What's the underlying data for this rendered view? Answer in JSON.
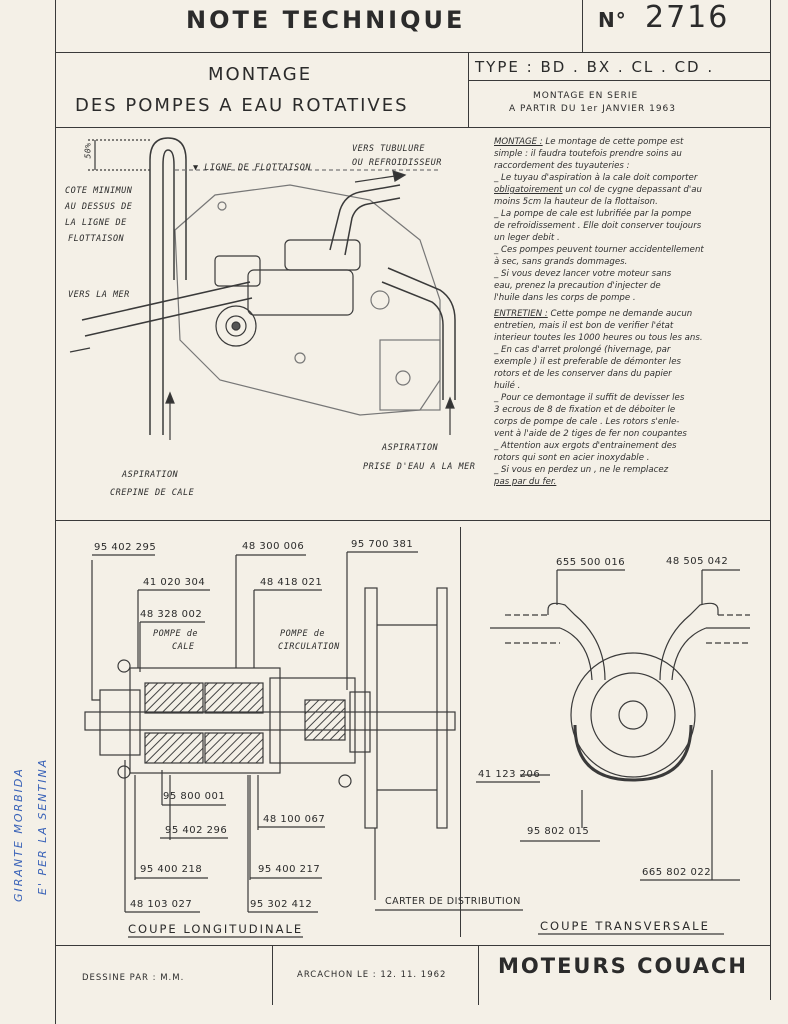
{
  "header": {
    "title": "NOTE TECHNIQUE",
    "number_prefix": "N°",
    "number": "2716",
    "subtitle_line1": "MONTAGE",
    "subtitle_line2": "DES POMPES A EAU ROTATIVES",
    "type": "TYPE : BD . BX . CL . CD .",
    "serie_line1": "MONTAGE EN SERIE",
    "serie_line2": "A PARTIR DU 1er JANVIER 1963"
  },
  "diagram_top": {
    "height_mark": "50%",
    "ligne": "▼ LIGNE DE FLOTTAISON",
    "cote1": "COTE MINIMUN",
    "cote2": "AU DESSUS DE",
    "cote3": "LA LIGNE DE",
    "cote4": "FLOTTAISON",
    "vers_mer": "VERS LA MER",
    "vers_tub1": "VERS TUBULURE",
    "vers_tub2": "OU REFROIDISSEUR",
    "aspiration_left": "ASPIRATION",
    "crepine": "CREPINE DE CALE",
    "aspiration_right": "ASPIRATION",
    "prise": "PRISE D'EAU A LA MER"
  },
  "text_montage": [
    {
      "u": "MONTAGE :",
      "rest": "  Le montage de cette pompe est"
    },
    {
      "u": "",
      "rest": "simple : il faudra toutefois prendre soins au"
    },
    {
      "u": "",
      "rest": "raccordement des tuyauteries :"
    },
    {
      "u": "",
      "rest": "_ Le tuyau d'aspiration à la cale doit comporter"
    },
    {
      "u": "obligatoirement",
      "rest": " un col de cygne depassant d'au"
    },
    {
      "u": "",
      "rest": "moins 5cm la hauteur de la flottaison."
    },
    {
      "u": "",
      "rest": "_ La pompe de cale est lubrifiée par la pompe"
    },
    {
      "u": "",
      "rest": "de refroidissement . Elle doit conserver toujours"
    },
    {
      "u": "",
      "rest": "un leger debit ."
    },
    {
      "u": "",
      "rest": "_ Ces pompes peuvent tourner accidentellement"
    },
    {
      "u": "",
      "rest": "à sec, sans grands dommages."
    },
    {
      "u": "",
      "rest": "_ Si vous devez lancer votre moteur sans"
    },
    {
      "u": "",
      "rest": "eau, prenez la precaution d'injecter de"
    },
    {
      "u": "",
      "rest": "l'huile dans les corps de pompe ."
    }
  ],
  "text_entretien": [
    {
      "u": "ENTRETIEN :",
      "rest": " Cette pompe ne demande aucun"
    },
    {
      "u": "",
      "rest": "entretien, mais il est bon de verifier l'état"
    },
    {
      "u": "",
      "rest": "interieur toutes les 1000 heures ou tous les ans."
    },
    {
      "u": "",
      "rest": "_ En cas d'arret prolongé (hivernage, par"
    },
    {
      "u": "",
      "rest": "exemple ) il est preferable de démonter les"
    },
    {
      "u": "",
      "rest": "rotors et de les conserver dans du papier"
    },
    {
      "u": "",
      "rest": "huilé ."
    },
    {
      "u": "",
      "rest": "_ Pour ce demontage il suffit de devisser les"
    },
    {
      "u": "",
      "rest": "3 ecrous de 8 de fixation et de déboiter le"
    },
    {
      "u": "",
      "rest": "corps de pompe de cale . Les rotors s'enle-"
    },
    {
      "u": "",
      "rest": "vent à l'aide de 2 tiges de fer non coupantes"
    },
    {
      "u": "",
      "rest": "_ Attention aux ergots d'entrainement des"
    },
    {
      "u": "",
      "rest": "rotors qui sont en acier inoxydable ."
    },
    {
      "u": "",
      "rest": "_ Si vous en perdez un , ne le remplacez"
    },
    {
      "u": "pas par du fer.",
      "rest": ""
    }
  ],
  "parts_long": {
    "p1": "95 402 295",
    "p2": "48 300 006",
    "p3": "95 700 381",
    "p4": "41 020 304",
    "p5": "48 418 021",
    "p6": "48 328 002",
    "pompe_cale1": "POMPE de",
    "pompe_cale2": "CALE",
    "pompe_circ1": "POMPE de",
    "pompe_circ2": "CIRCULATION",
    "p7": "95 800 001",
    "p8": "95 402 296",
    "p9": "48 100 067",
    "p10": "95 400 218",
    "p11": "95 400 217",
    "p12": "48 103 027",
    "p13": "95 302 412",
    "carter": "CARTER DE DISTRIBUTION",
    "coupe_long": "COUPE LONGITUDINALE"
  },
  "parts_trans": {
    "p1": "655 500 016",
    "p2": "48 505 042",
    "p3": "41 123 206",
    "p4": "95 802 015",
    "p5": "665 802 022",
    "coupe_trans": "COUPE TRANSVERSALE"
  },
  "footer": {
    "dessine": "DESSINE PAR : M.M.",
    "arcachon": "ARCACHON LE : 12. 11. 1962",
    "brand": "MOTEURS COUACH"
  },
  "margin_note": {
    "line1": "GIRANTE MORBIDA",
    "line2": "E' PER LA SENTINA"
  }
}
